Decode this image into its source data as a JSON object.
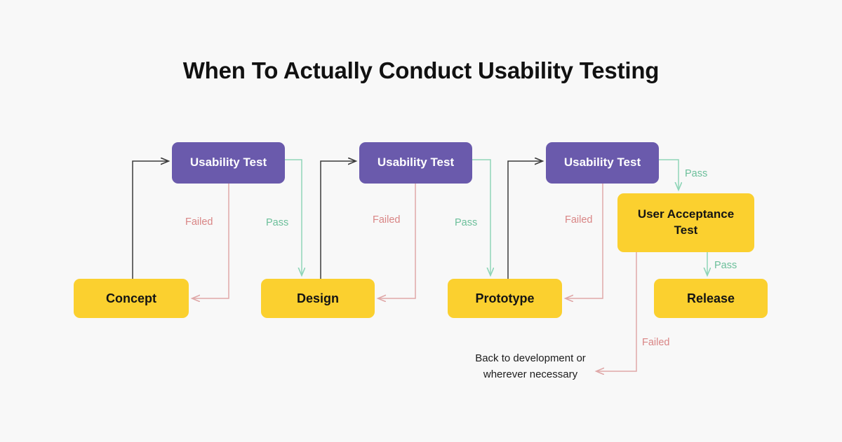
{
  "page": {
    "title": "When To Actually Conduct Usability Testing",
    "background_color": "#F8F8F8"
  },
  "colors": {
    "test_box": "#6A5AAC",
    "stage_box": "#FBD02F",
    "pass_label": "#6BBF9A",
    "fail_label": "#D98585",
    "forward_arrow": "#3A3A3A",
    "fail_arrow": "#E0A9A9",
    "pass_arrow": "#8FD5B8",
    "title_text": "#111111"
  },
  "nodes": {
    "concept": {
      "label": "Concept",
      "type": "stage"
    },
    "design": {
      "label": "Design",
      "type": "stage"
    },
    "prototype": {
      "label": "Prototype",
      "type": "stage"
    },
    "release": {
      "label": "Release",
      "type": "stage"
    },
    "usability_test_1": {
      "label": "Usability Test",
      "type": "test"
    },
    "usability_test_2": {
      "label": "Usability Test",
      "type": "test"
    },
    "usability_test_3": {
      "label": "Usability Test",
      "type": "test"
    },
    "user_acceptance_test": {
      "label": "User Acceptance Test",
      "type": "stage"
    }
  },
  "edge_labels": {
    "failed_1": "Failed",
    "pass_1": "Pass",
    "failed_2": "Failed",
    "pass_2": "Pass",
    "failed_3": "Failed",
    "pass_3": "Pass",
    "pass_4": "Pass",
    "failed_4": "Failed"
  },
  "annotations": {
    "back_to_development_line1": "Back to development or",
    "back_to_development_line2": "wherever necessary"
  },
  "chart_data": {
    "type": "diagram",
    "title": "When To Actually Conduct Usability Testing",
    "flow": [
      {
        "from": "Concept",
        "to": "Usability Test",
        "label": ""
      },
      {
        "from": "Usability Test",
        "to": "Concept",
        "label": "Failed"
      },
      {
        "from": "Usability Test",
        "to": "Design",
        "label": "Pass"
      },
      {
        "from": "Design",
        "to": "Usability Test",
        "label": ""
      },
      {
        "from": "Usability Test",
        "to": "Design",
        "label": "Failed"
      },
      {
        "from": "Usability Test",
        "to": "Prototype",
        "label": "Pass"
      },
      {
        "from": "Prototype",
        "to": "Usability Test",
        "label": ""
      },
      {
        "from": "Usability Test",
        "to": "Prototype",
        "label": "Failed"
      },
      {
        "from": "Usability Test",
        "to": "User Acceptance Test",
        "label": "Pass"
      },
      {
        "from": "User Acceptance Test",
        "to": "Release",
        "label": "Pass"
      },
      {
        "from": "User Acceptance Test",
        "to": "Back to development or wherever necessary",
        "label": "Failed"
      }
    ]
  }
}
